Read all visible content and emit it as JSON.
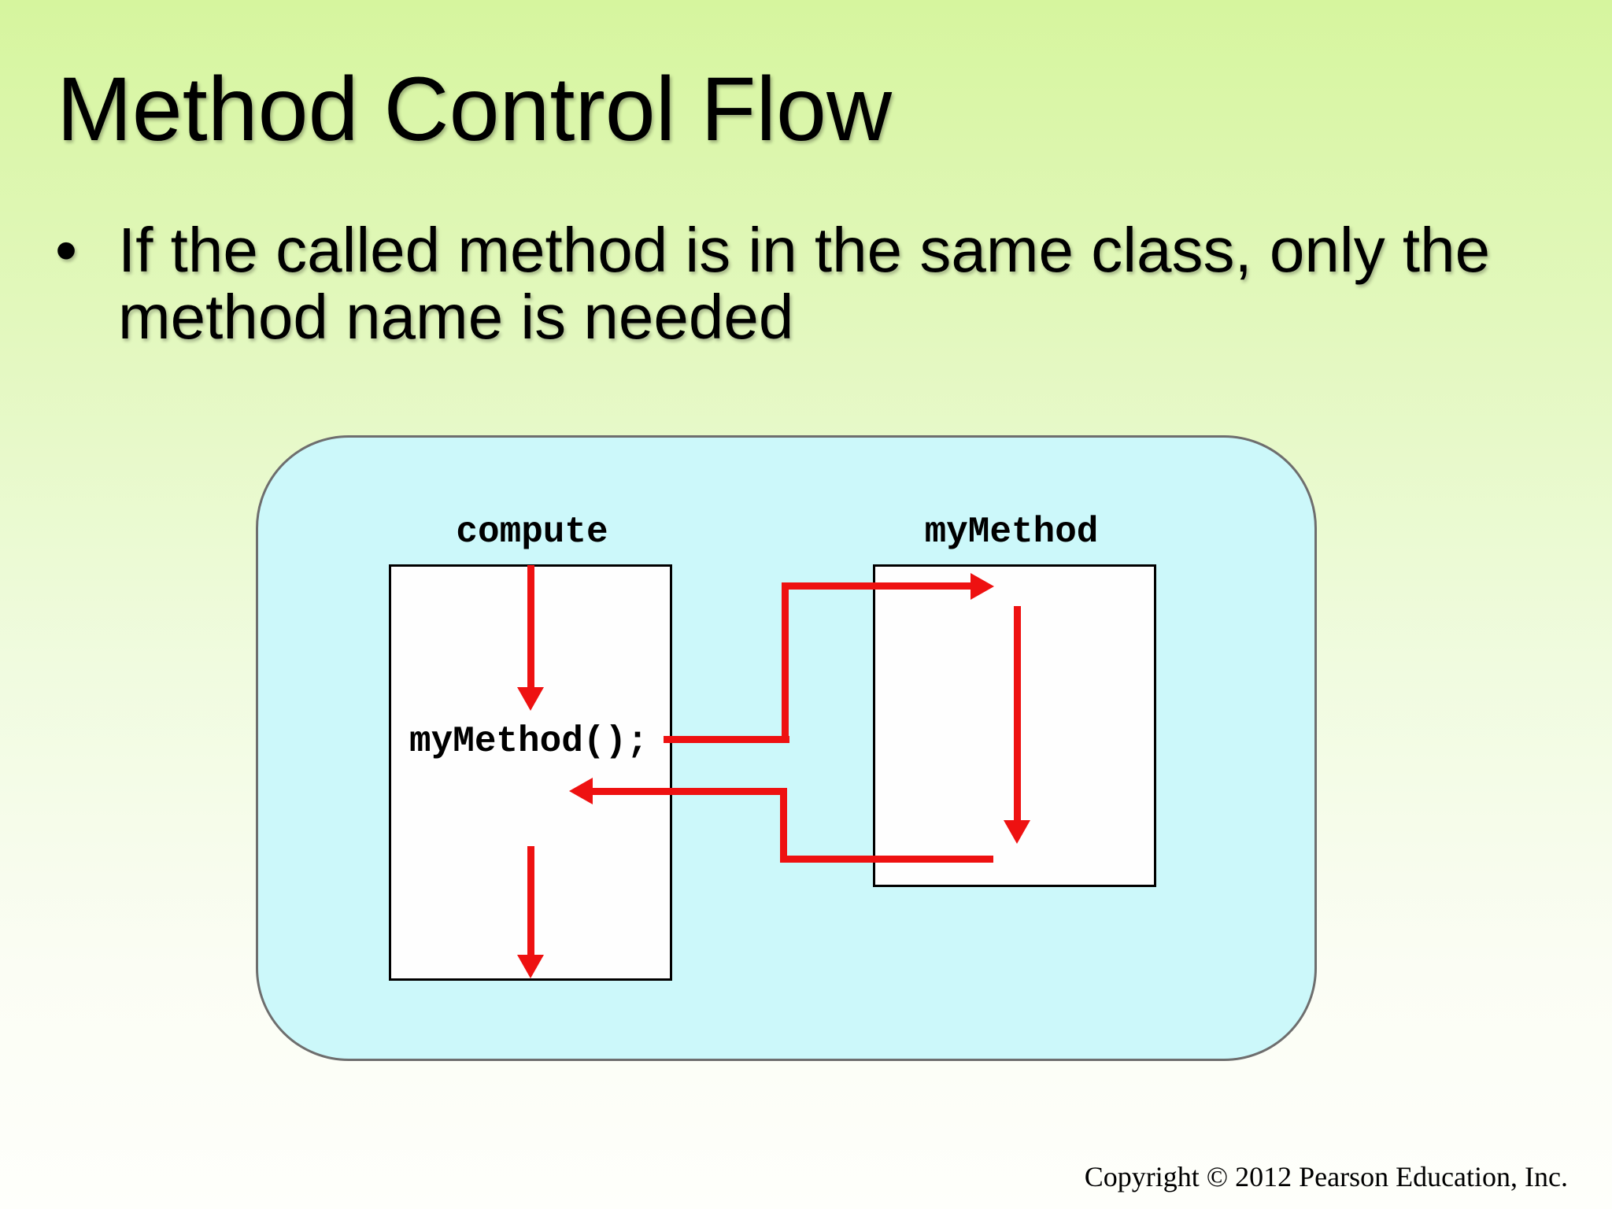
{
  "slide": {
    "title": "Method Control Flow",
    "bullet_marker": "•",
    "bullet_lines": [
      "If the called method is in the same class, only the",
      "method name is needed"
    ],
    "footer": "Copyright © 2012 Pearson Education, Inc."
  },
  "diagram": {
    "caller": {
      "label": "compute",
      "call_statement": "myMethod();"
    },
    "callee": {
      "label": "myMethod"
    }
  },
  "theme": {
    "background_top": "#d6f59e",
    "background_upper": "#e3f8bf",
    "background_mid": "#f0fbdf",
    "background_lower": "#fbfdf4",
    "background_bottom": "#fefffb",
    "panel_fill": "#ccf8fa",
    "panel_border": "#6e6e6e",
    "box_fill": "#fefefe",
    "box_border": "#000000",
    "arrow_red": "#ee1111",
    "text_color": "#000000"
  }
}
